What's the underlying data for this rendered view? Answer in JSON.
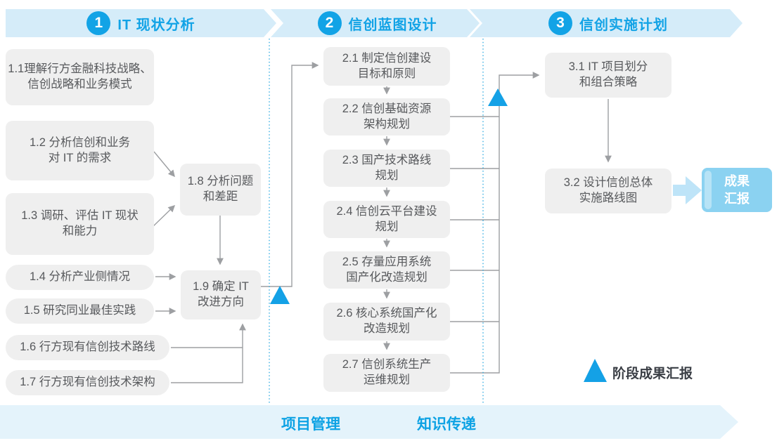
{
  "colors": {
    "brand_blue": "#12A3E6",
    "banner_bg": "#D5ECF9",
    "footer_bg": "#E4F3FB",
    "box_bg": "#EFEFEF",
    "box_text": "#57595C",
    "connector_gray": "#9D9FA2",
    "dotted_line_blue": "#2AA9E0",
    "milestone_triangle_blue": "#14A1E6",
    "outcome_box_bg": "#8BD2F1",
    "outcome_arrow": "#BEE4F8",
    "legend_text": "#3A3E45"
  },
  "phases": [
    {
      "number": "1",
      "label": "IT 现状分析"
    },
    {
      "number": "2",
      "label": "信创蓝图设计"
    },
    {
      "number": "3",
      "label": "信创实施计划"
    }
  ],
  "boxes": {
    "b11": {
      "lines": [
        "1.1理解行方金融科技战略、",
        "信创战略和业务模式"
      ]
    },
    "b12": {
      "lines": [
        "1.2 分析信创和业务",
        "对 IT 的需求"
      ]
    },
    "b13": {
      "lines": [
        "1.3 调研、评估 IT 现状",
        "和能力"
      ]
    },
    "b14": {
      "lines": [
        "1.4 分析产业侧情况"
      ]
    },
    "b15": {
      "lines": [
        "1.5 研究同业最佳实践"
      ]
    },
    "b16": {
      "lines": [
        "1.6 行方现有信创技术路线"
      ]
    },
    "b17": {
      "lines": [
        "1.7 行方现有信创技术架构"
      ]
    },
    "b18": {
      "lines": [
        "1.8 分析问题",
        "和差距"
      ]
    },
    "b19": {
      "lines": [
        "1.9 确定 IT",
        "改进方向"
      ]
    },
    "b21": {
      "lines": [
        "2.1 制定信创建设",
        "目标和原则"
      ]
    },
    "b22": {
      "lines": [
        "2.2 信创基础资源",
        "架构规划"
      ]
    },
    "b23": {
      "lines": [
        "2.3 国产技术路线",
        "规划"
      ]
    },
    "b24": {
      "lines": [
        "2.4 信创云平台建设",
        "规划"
      ]
    },
    "b25": {
      "lines": [
        "2.5 存量应用系统",
        "国产化改造规划"
      ]
    },
    "b26": {
      "lines": [
        "2.6 核心系统国产化",
        "改造规划"
      ]
    },
    "b27": {
      "lines": [
        "2.7 信创系统生产",
        "运维规划"
      ]
    },
    "b31": {
      "lines": [
        "3.1 IT 项目划分",
        "和组合策略"
      ]
    },
    "b32": {
      "lines": [
        "3.2 设计信创总体",
        "实施路线图"
      ]
    }
  },
  "outcome": {
    "lines": [
      "成果",
      "汇报"
    ]
  },
  "legend": {
    "label": "阶段成果汇报"
  },
  "footer": {
    "items": [
      "项目管理",
      "知识传递"
    ]
  }
}
